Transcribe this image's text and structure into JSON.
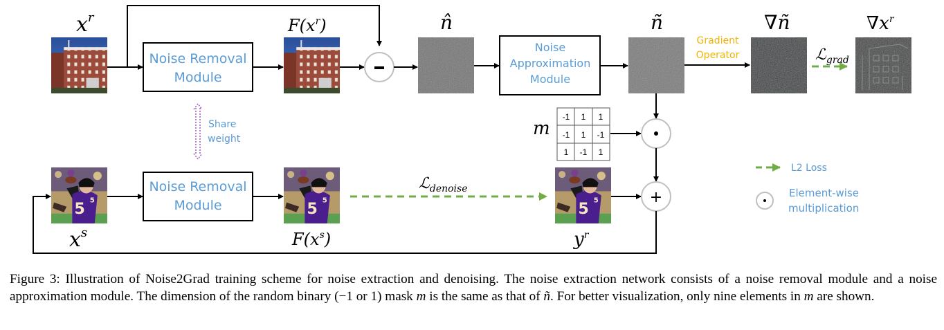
{
  "figure": {
    "top_row": {
      "input_label": "x^r",
      "input_image": "noisy-real-building-photo",
      "module_1": {
        "line1": "Noise Removal",
        "line2": "Module"
      },
      "output_label": "F(x^r)",
      "output_image": "denoised-building-photo",
      "subtract_symbol": "−",
      "noise_hat_label": "n̂",
      "module_2": {
        "line1": "Noise",
        "line2": "Approximation",
        "line3": "Module"
      },
      "noise_tilde_label": "ñ",
      "gradient_operator": {
        "line1": "Gradient",
        "line2": "Operator"
      },
      "grad_noise_label": "∇ñ",
      "loss_grad": {
        "main": "ℒ",
        "sub": "grad"
      },
      "grad_input_label": "∇x^r"
    },
    "share_weight": {
      "line1": "Share",
      "line2": "weight"
    },
    "mask": {
      "label": "m",
      "values": [
        [
          "-1",
          "1",
          "1"
        ],
        [
          "-1",
          "1",
          "-1"
        ],
        [
          "1",
          "-1",
          "1"
        ]
      ]
    },
    "bottom_row": {
      "input_label": "x^s",
      "input_image": "synthetic-football-player-photo",
      "module_1": {
        "line1": "Noise Removal",
        "line2": "Module"
      },
      "output_label": "F(x^s)",
      "loss_denoise": {
        "main": "ℒ",
        "sub": "denoise"
      },
      "target_label": "y^r",
      "multiply_symbol": "•",
      "add_symbol": "+"
    },
    "legend": {
      "l2_loss": "L2 Loss",
      "elementwise": {
        "line1": "Element-wise",
        "line2": "multiplication"
      }
    },
    "colors": {
      "module_text": "#5b9bd5",
      "gradient_text": "#f0b400",
      "loss_arrow": "#70ad47",
      "share_arrow": "#9e5ec8",
      "circle_stroke": "#bfbfbf"
    }
  },
  "caption": {
    "prefix": "Figure 3: Illustration of Noise2Grad training scheme for noise extraction and denoising. The noise extraction network consists of a noise removal module and a noise approximation module. The dimension of the random binary (−1 or 1) mask ",
    "m1": "m",
    "mid": " is the same as that of ",
    "ntilde": "ñ",
    "mid2": ". For better visualization, only nine elements in ",
    "m2": "m",
    "suffix": " are shown."
  }
}
